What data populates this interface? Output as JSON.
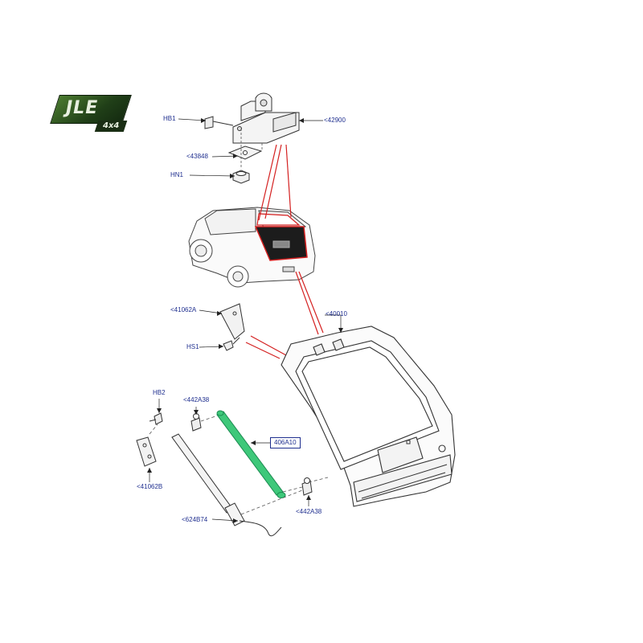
{
  "logo": {
    "main": "JLE",
    "sub": "4x4"
  },
  "labels": {
    "hb1": "HB1",
    "p42900": "<42900",
    "p43848": "<43848",
    "hn1": "HN1",
    "p41062a": "<41062A",
    "p40010": "<40010",
    "hs1": "HS1",
    "hb2": "HB2",
    "p442a38_top": "<442A38",
    "p406a10": "406A10",
    "p41062b": "<41062B",
    "p442a38_bottom": "<442A38",
    "p624b74": "<624B74"
  },
  "colors": {
    "callout_text": "#1f2f8f",
    "leader_red": "#d42020",
    "highlight_strut": "#3ec87a",
    "line_art": "#333333"
  }
}
